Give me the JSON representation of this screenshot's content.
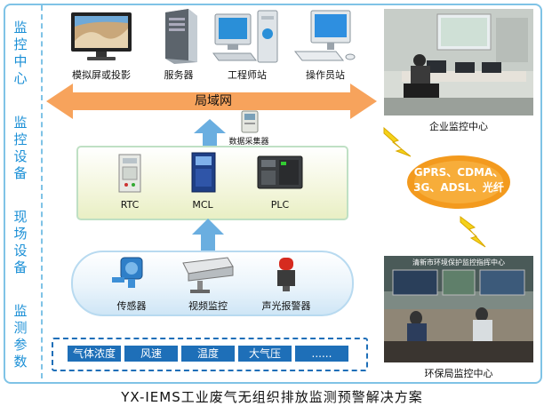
{
  "title": "YX-IEMS工业废气无组织排放监测预警解决方案",
  "layers": [
    {
      "label": "监控中心",
      "chars": [
        "监",
        "控",
        "中",
        "心"
      ]
    },
    {
      "label": "监控设备",
      "chars": [
        "监",
        "控",
        "设",
        "备"
      ]
    },
    {
      "label": "现场设备",
      "chars": [
        "现",
        "场",
        "设",
        "备"
      ]
    },
    {
      "label": "监测参数",
      "chars": [
        "监",
        "测",
        "参",
        "数"
      ]
    }
  ],
  "top_devices": [
    "模拟屏或投影",
    "服务器",
    "工程师站",
    "操作员站"
  ],
  "network": {
    "label": "局域网"
  },
  "collector": {
    "label": "数据采集器"
  },
  "control_devices": [
    "RTC",
    "MCL",
    "PLC"
  ],
  "field_devices": [
    "传感器",
    "视频监控",
    "声光报警器"
  ],
  "parameters": [
    "气体浓度",
    "风速",
    "温度",
    "大气压",
    "......"
  ],
  "wireless": {
    "line1": "GPRS、CDMA、",
    "line2": "3G、ADSL、光纤"
  },
  "photos": [
    {
      "caption": "企业监控中心"
    },
    {
      "caption": "环保局监控中心",
      "banner": "清新市环境保护监控指挥中心"
    }
  ],
  "colors": {
    "accent": "#1a8fd6",
    "network": "#f7a35c",
    "arrow": "#6aaee0",
    "param": "#1e6fb8",
    "cloud": "#f39a1e"
  }
}
